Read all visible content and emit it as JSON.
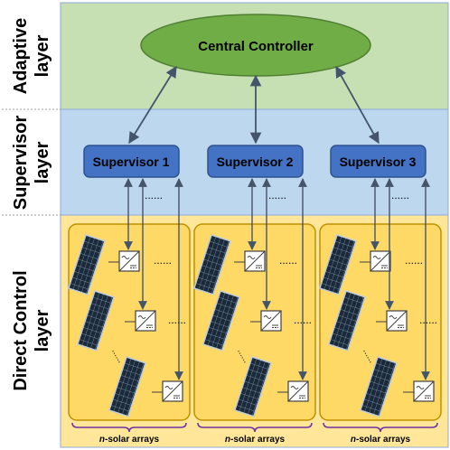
{
  "layers": {
    "adaptive": "Adaptive layer",
    "supervisor": "Supervisor layer",
    "direct": "Direct Control layer"
  },
  "controller": {
    "label": "Central Controller"
  },
  "supervisors": [
    {
      "label": "Supervisor 1"
    },
    {
      "label": "Supervisor 2"
    },
    {
      "label": "Supervisor 3"
    }
  ],
  "ellipsis": "......",
  "groups": [
    {
      "n": "n",
      "caption": "-solar arrays"
    },
    {
      "n": "n",
      "caption": "-solar arrays"
    },
    {
      "n": "n",
      "caption": "-solar arrays"
    }
  ],
  "colors": {
    "adaptive_bg": "#c6e0b4",
    "supervisor_bg": "#bdd7ee",
    "direct_bg": "#ffe699",
    "controller_fill": "#70ad47",
    "supervisor_fill": "#4472c4",
    "group_fill": "#ffd966",
    "group_stroke": "#bf9000",
    "arrow": "#44546a",
    "brace": "#7030a0"
  }
}
